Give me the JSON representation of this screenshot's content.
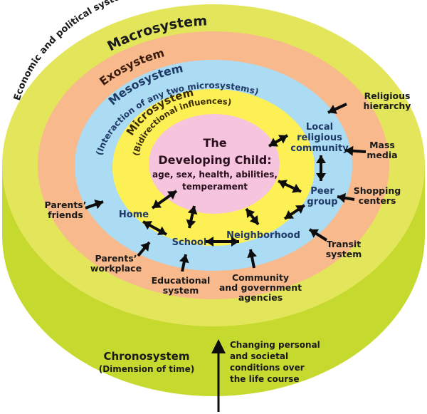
{
  "colors": {
    "cylinder_side": "#c5d92f",
    "macrosystem": "#e3e65a",
    "exosystem": "#f8b98c",
    "mesosystem": "#abdcf4",
    "microsystem": "#fdf055",
    "child": "#f6c4dd",
    "text": "#1a1a1a",
    "arrow": "#0d0d0d"
  },
  "rings": {
    "macrosystem": {
      "title": "Macrosystem",
      "subtitle": "Economic and political system, dominant beliefs and ideologies"
    },
    "exosystem": {
      "title": "Exosystem"
    },
    "mesosystem": {
      "title": "Mesosystem",
      "subtitle": "(Interaction of any two microsystems)"
    },
    "microsystem": {
      "title": "Microsystem",
      "subtitle": "(Bidirectional influences)"
    }
  },
  "center": {
    "line1": "The",
    "line2": "Developing Child:",
    "line3": "age, sex, health, abilities,",
    "line4": "temperament"
  },
  "microsystem_items": {
    "local_religious": [
      "Local",
      "religious",
      "community"
    ],
    "peer_group": [
      "Peer",
      "group"
    ],
    "home": "Home",
    "school": "School",
    "neighborhood": "Neighborhood"
  },
  "exosystem_items": {
    "religious_hierarchy": [
      "Religious",
      "hierarchy"
    ],
    "mass_media": [
      "Mass",
      "media"
    ],
    "shopping_centers": [
      "Shopping",
      "centers"
    ],
    "transit_system": [
      "Transit",
      "system"
    ],
    "community_agencies": [
      "Community",
      "and government",
      "agencies"
    ],
    "educational_system": [
      "Educational",
      "system"
    ],
    "parents_workplace": [
      "Parents’",
      "workplace"
    ],
    "parents_friends": [
      "Parents’",
      "friends"
    ]
  },
  "chronosystem": {
    "title": "Chronosystem",
    "subtitle": "(Dimension of time)",
    "description": [
      "Changing personal",
      "and societal",
      "conditions over",
      "the life course"
    ]
  }
}
